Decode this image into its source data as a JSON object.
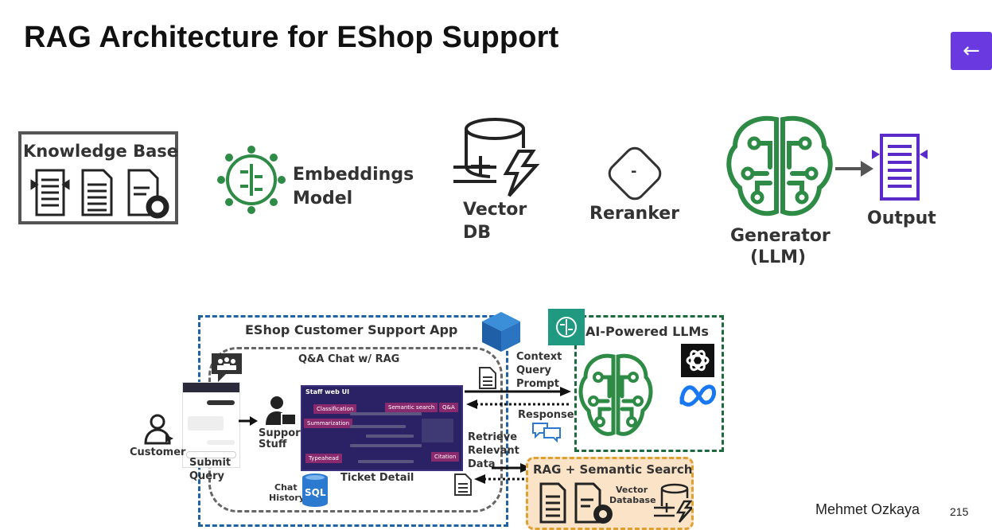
{
  "slide": {
    "title": "RAG Architecture for EShop Support",
    "author": "Mehmet Ozkaya",
    "page_number": "215"
  },
  "nav": {
    "back_icon": "arrow-left-icon",
    "accent_color": "#6a3ae0"
  },
  "pipeline": {
    "knowledge_base": "Knowledge Base",
    "embeddings_line1": "Embeddings",
    "embeddings_line2": "Model",
    "vector_line1": "Vector",
    "vector_line2": "DB",
    "reranker": "Reranker",
    "reranker_symbol": "-",
    "generator_line1": "Generator",
    "generator_line2": "(LLM)",
    "output": "Output",
    "colors": {
      "green": "#2e8b45",
      "purple": "#5b2bc9"
    }
  },
  "diagram": {
    "app_title": "EShop Customer Support App",
    "chat_title": "Q&A Chat w/ RAG",
    "customer": "Customer",
    "submit_line1": "Submit",
    "submit_line2": "Query",
    "support_line1": "Support",
    "support_line2": "Stuff",
    "staff_ui": "Staff web UI",
    "ticket_detail": "Ticket Detail",
    "chat_history_line1": "Chat",
    "chat_history_line2": "History",
    "sql": "SQL",
    "context_line1": "Context",
    "context_line2": "Query",
    "context_line3": "Prompt",
    "response": "Response",
    "retrieve_line1": "Retrieve",
    "retrieve_line2": "Relevant",
    "retrieve_line3": "Data",
    "ai_llms": "AI-Powered LLMs",
    "rag_search": "RAG + Semantic Search",
    "vector_db_line1": "Vector",
    "vector_db_line2": "Database",
    "staff_chips": {
      "classification": "Classification",
      "semantic_search": "Semantic search",
      "summarization": "Summarization",
      "qa": "Q&A",
      "typeahead": "Typeahead",
      "citation": "Citation"
    }
  }
}
